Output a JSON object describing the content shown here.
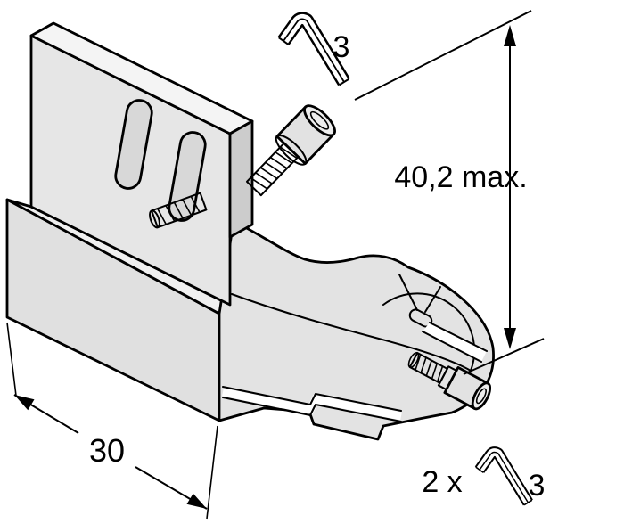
{
  "drawing": {
    "dimension_labels": {
      "height": "40,2 max.",
      "width": "30"
    },
    "tool_labels": {
      "top_size": "3",
      "bottom_quantity": "2 x",
      "bottom_size": "3"
    },
    "icons": {
      "top": "hex-key-icon",
      "bottom": "hex-key-icon"
    },
    "colors": {
      "line": "#000000",
      "background": "#ffffff",
      "metal_light": "#f2f2f2",
      "metal_mid": "#e4e4e4",
      "metal_dark": "#cccccc"
    }
  }
}
